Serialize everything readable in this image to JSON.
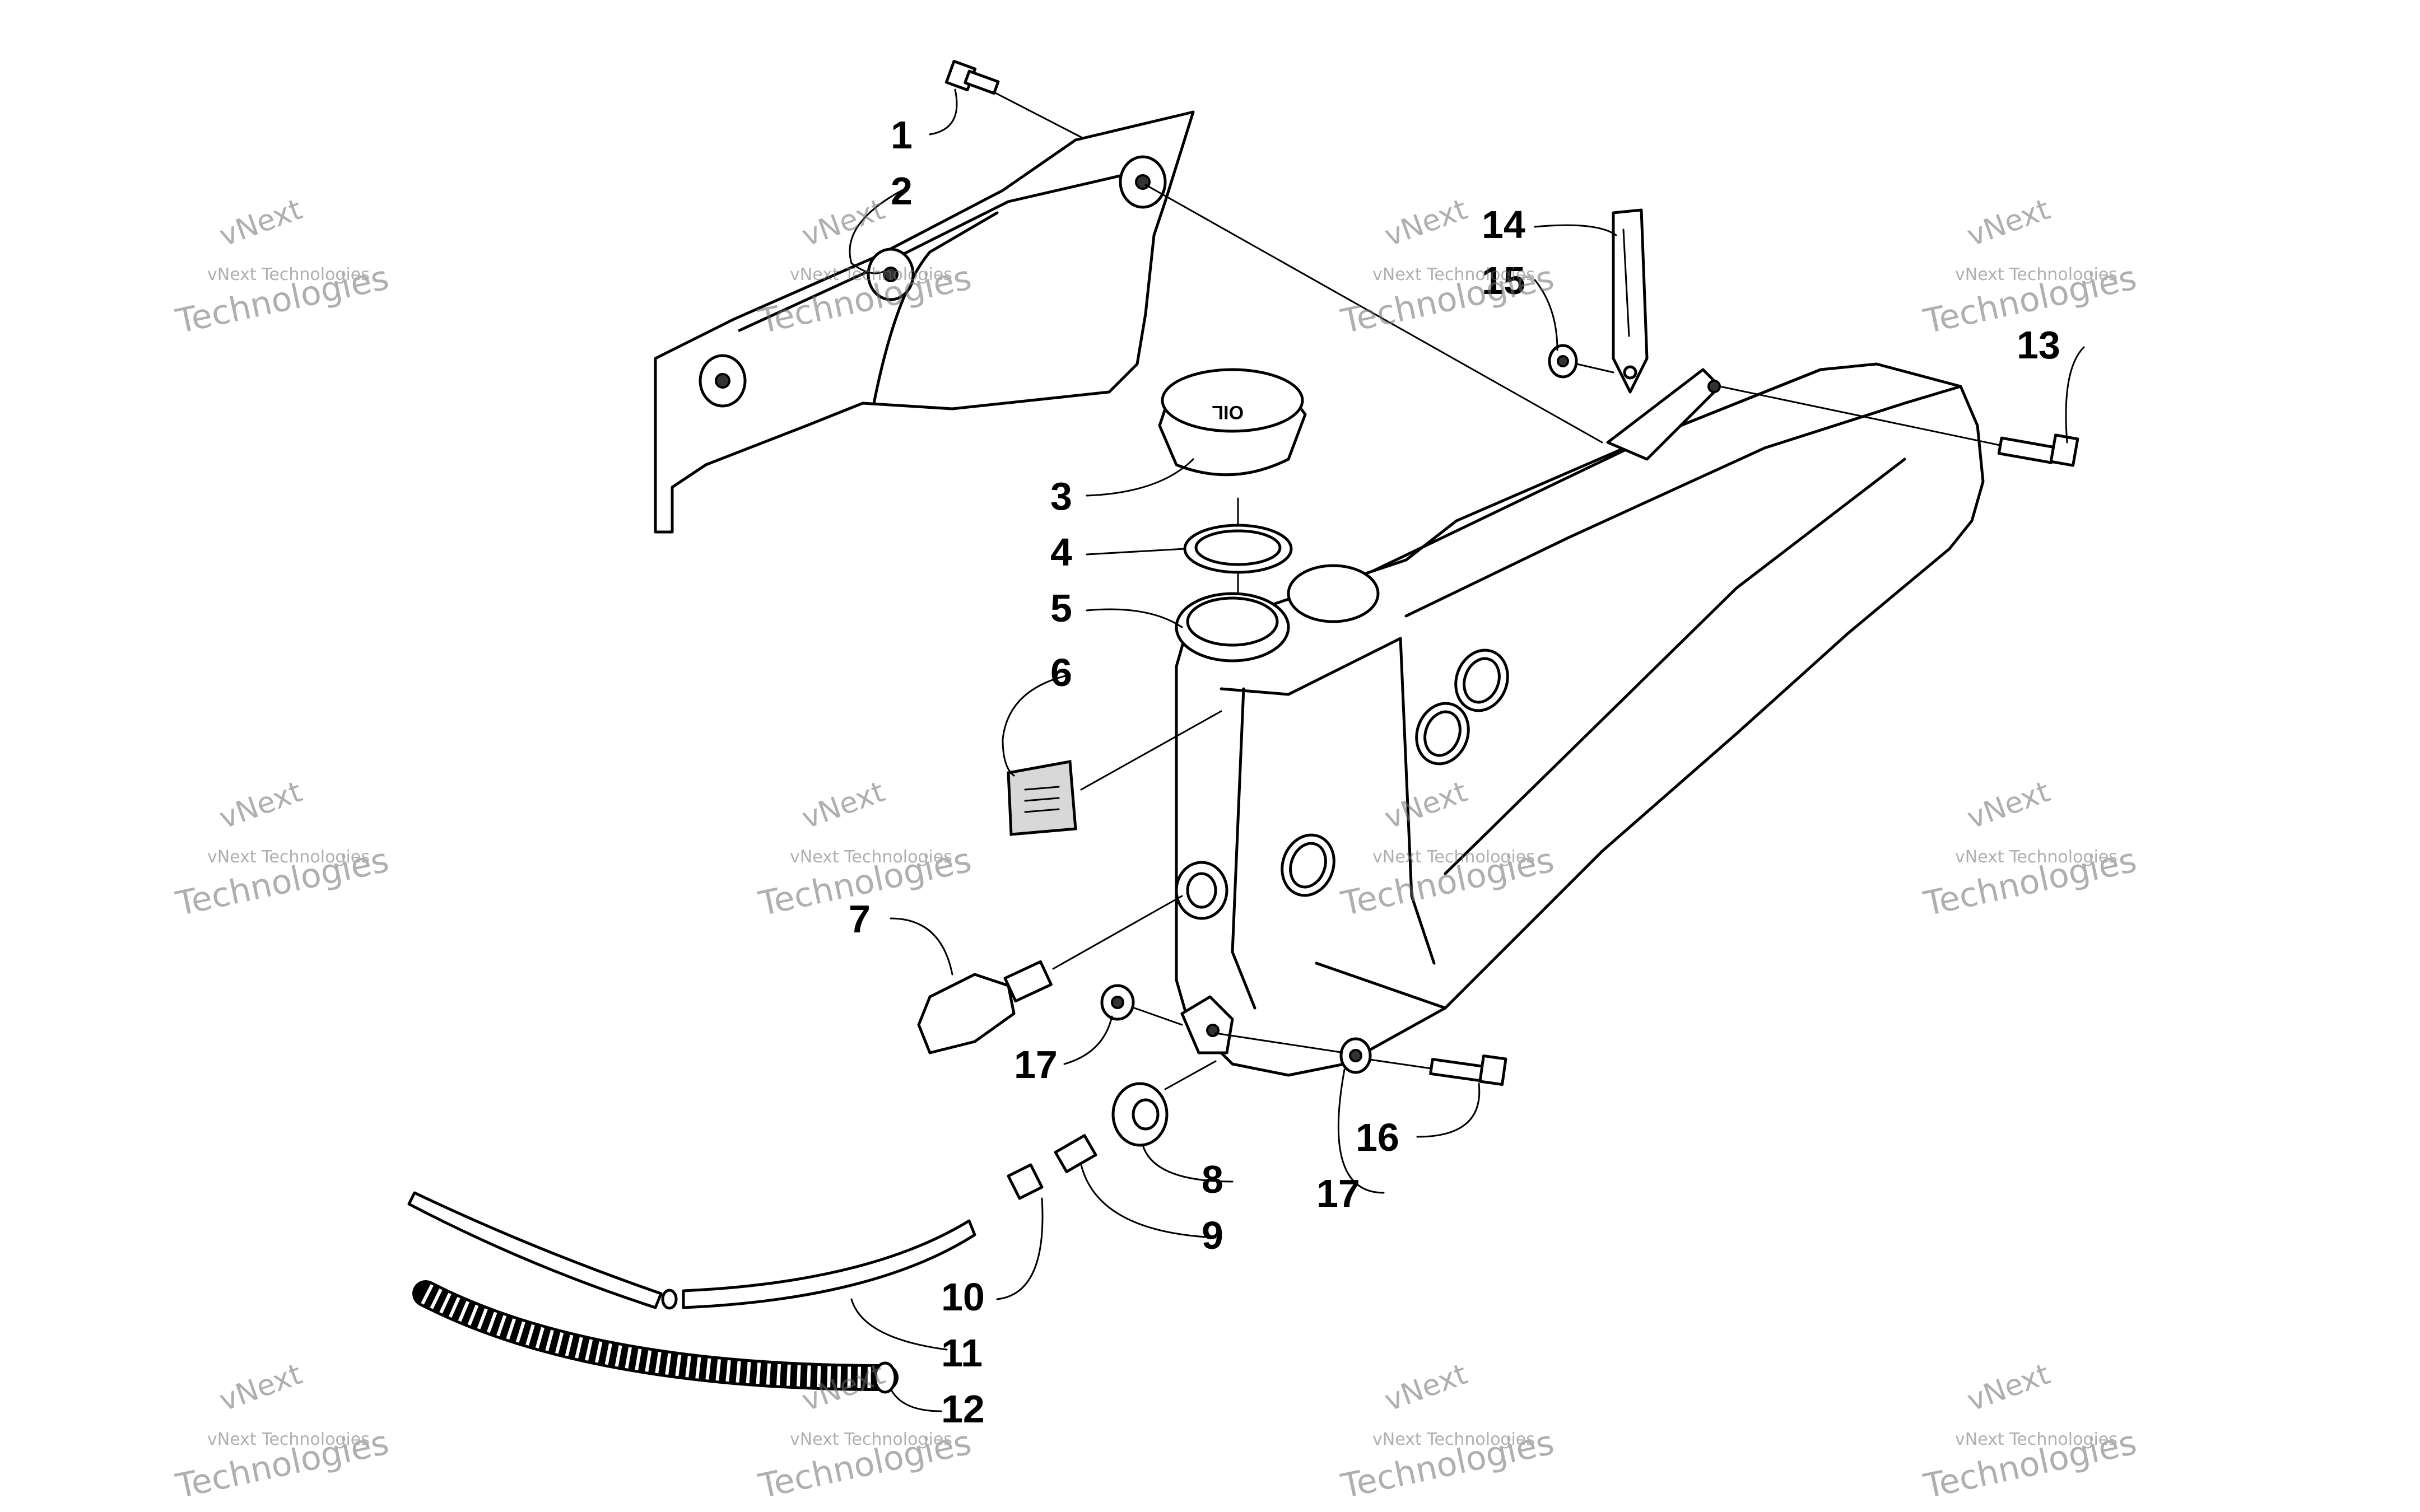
{
  "diagram": {
    "part_labels": [
      "1",
      "2",
      "3",
      "4",
      "5",
      "6",
      "7",
      "8",
      "9",
      "10",
      "11",
      "12",
      "13",
      "14",
      "15",
      "16",
      "17",
      "17"
    ]
  },
  "watermark": {
    "line1": "vNext",
    "line2": "vNext Technologies",
    "line3": "Technologies"
  }
}
